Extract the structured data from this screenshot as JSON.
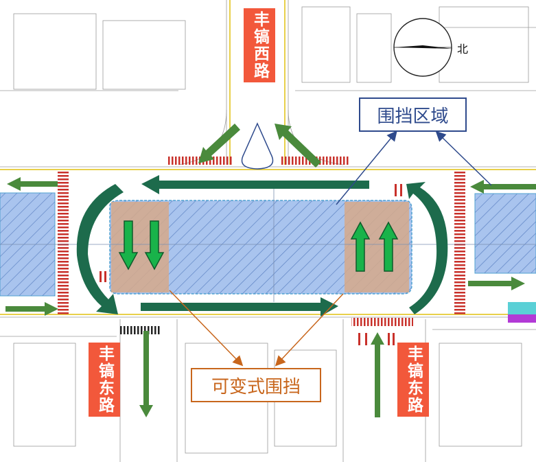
{
  "roads": {
    "north": "丰镐西路",
    "south_left": "丰镐东路",
    "south_right": "丰镐东路"
  },
  "labels": {
    "enclosure_area": "围挡区域",
    "variable_enclosure": "可变式围挡"
  },
  "compass": {
    "north_label": "北"
  },
  "colors": {
    "road_label_bg": "#f2583b",
    "enclosure_fill": "#a9c4ee",
    "variable_zone_fill": "#d6a98a",
    "traffic_arrow": "#4a8a3c",
    "dark_loop_arrow": "#1d6b4c",
    "lane_arrow_bright": "#19b34a",
    "callout_blue": "#2e4a8c",
    "callout_orange": "#c8661c",
    "crosswalk_red": "#c8302a"
  }
}
